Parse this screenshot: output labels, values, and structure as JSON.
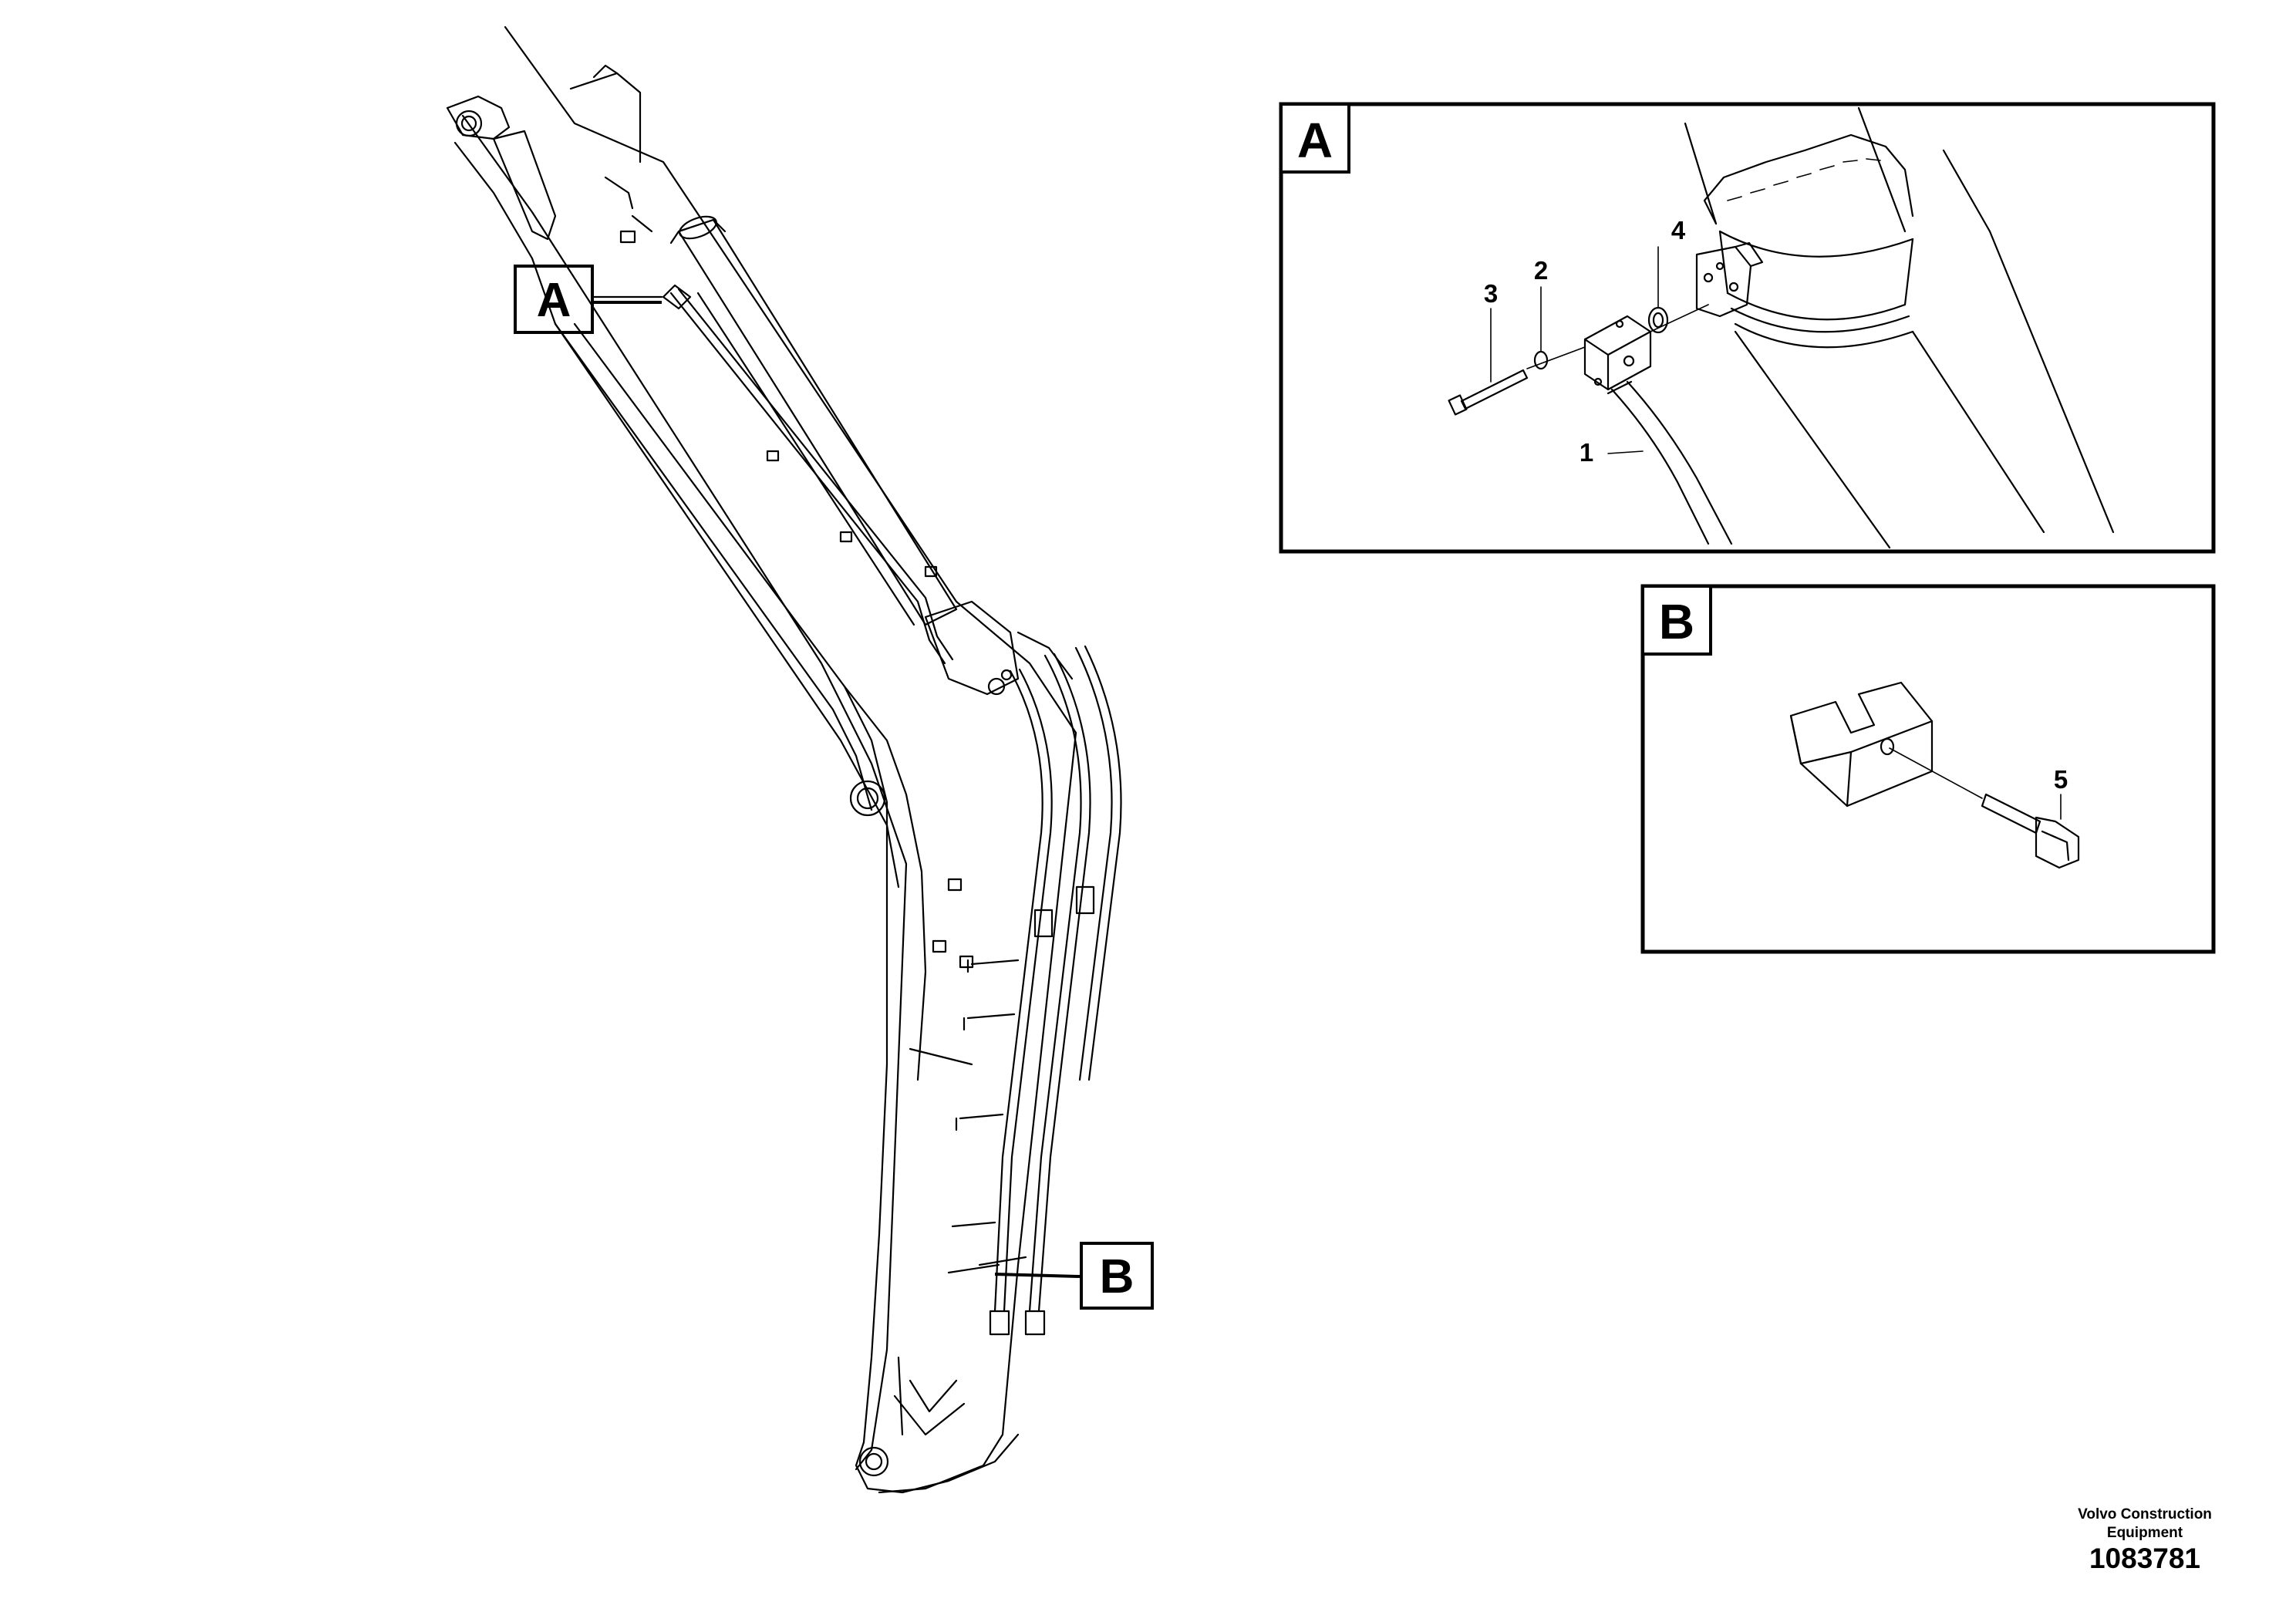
{
  "callouts": {
    "detail_a": "A",
    "detail_b": "B"
  },
  "detail_a": {
    "frame_label": "A",
    "parts": {
      "hose": "1",
      "washer": "2",
      "screw": "3",
      "o_ring": "4"
    }
  },
  "detail_b": {
    "frame_label": "B",
    "parts": {
      "screw": "5"
    }
  },
  "footer": {
    "company": "Volvo Construction Equipment",
    "illustration_number": "1083781"
  }
}
